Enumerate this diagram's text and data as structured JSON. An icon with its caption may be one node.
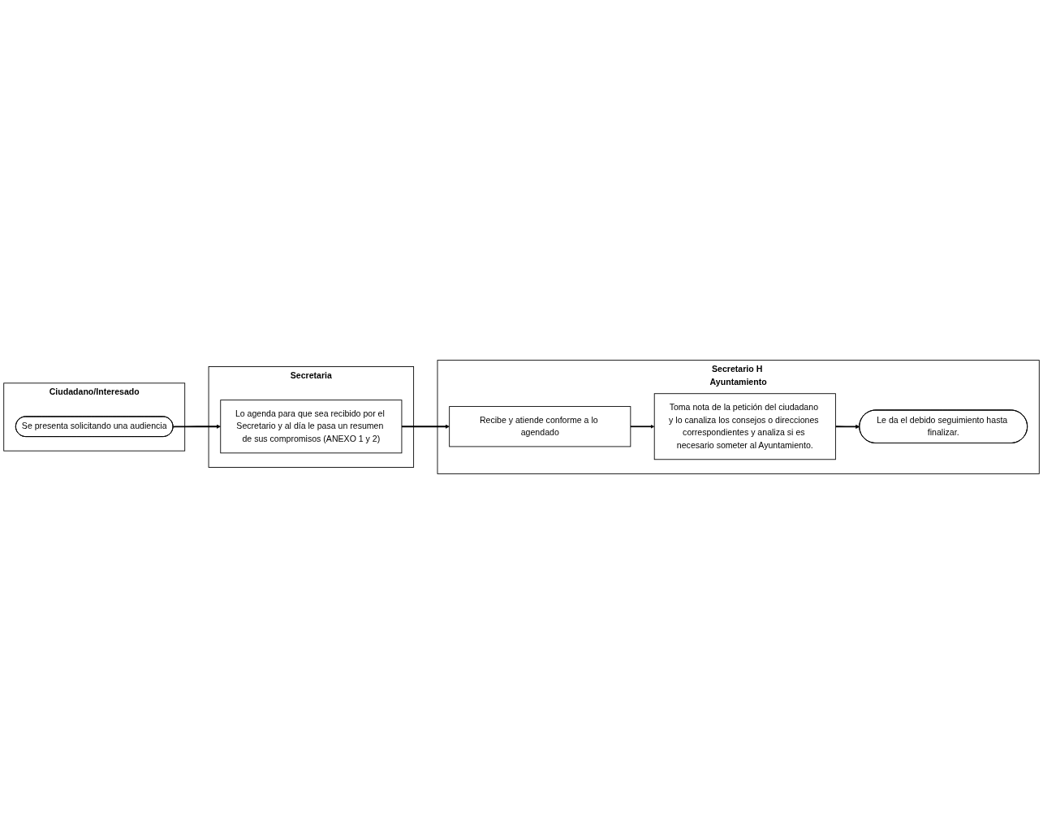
{
  "diagram": {
    "nodes": [
      {
        "text": [
          "Ciudadano/Interesado"
        ]
      },
      {
        "text": [
          "Se presenta solicitando una audiencia"
        ],
        "in": 0
      },
      {
        "text": [
          "Secretaria"
        ]
      },
      {
        "text": [
          "Lo agenda para que sea recibido por el Secretario y al día le pasa un resumen de sus compromisos (ANEXO 1 y 2)"
        ],
        "in": 2
      },
      {
        "text": [
          "Secretario H Ayuntamiento"
        ]
      },
      {
        "text": [
          "Recibe y atiende conforme a lo agendado"
        ],
        "in": 4
      },
      {
        "text": [
          "Toma nota de la petición del ciudadano y lo canaliza los consejos o direcciones correspondientes y analiza si es necesario someter al Ayuntamiento."
        ],
        "in": 4
      },
      {
        "text": [
          "Le da el debido seguimiento hasta finalizar."
        ],
        "in": 4
      }
    ],
    "edges": [
      {
        "from": 1,
        "to": 3,
        "arrow": "to"
      },
      {
        "from": 3,
        "to": 5,
        "arrow": "to"
      },
      {
        "from": 5,
        "to": 6,
        "arrow": "to"
      },
      {
        "from": 6,
        "to": 7,
        "arrow": "to"
      }
    ]
  }
}
